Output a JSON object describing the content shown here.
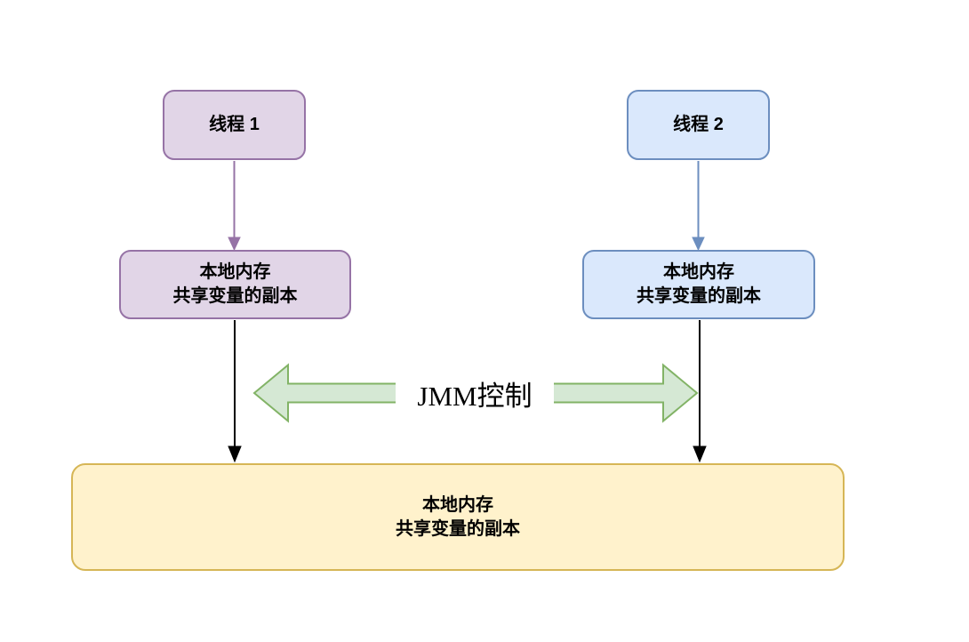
{
  "diagram": {
    "nodes": {
      "thread1": {
        "label": "线程 1"
      },
      "thread2": {
        "label": "线程 2"
      },
      "local1": {
        "line1": "本地内存",
        "line2": "共享变量的副本"
      },
      "local2": {
        "line1": "本地内存",
        "line2": "共享变量的副本"
      },
      "main_memory": {
        "line1": "本地内存",
        "line2": "共享变量的副本"
      }
    },
    "labels": {
      "jmm_control": "JMM控制"
    },
    "colors": {
      "purple_fill": "#e1d5e7",
      "purple_border": "#9673a6",
      "blue_fill": "#dae8fc",
      "blue_border": "#6c8ebf",
      "green_fill": "#d5e8d4",
      "green_border": "#82b366",
      "yellow_fill": "#fff2cc",
      "yellow_border": "#d6b656",
      "connector_black": "#000000"
    }
  }
}
